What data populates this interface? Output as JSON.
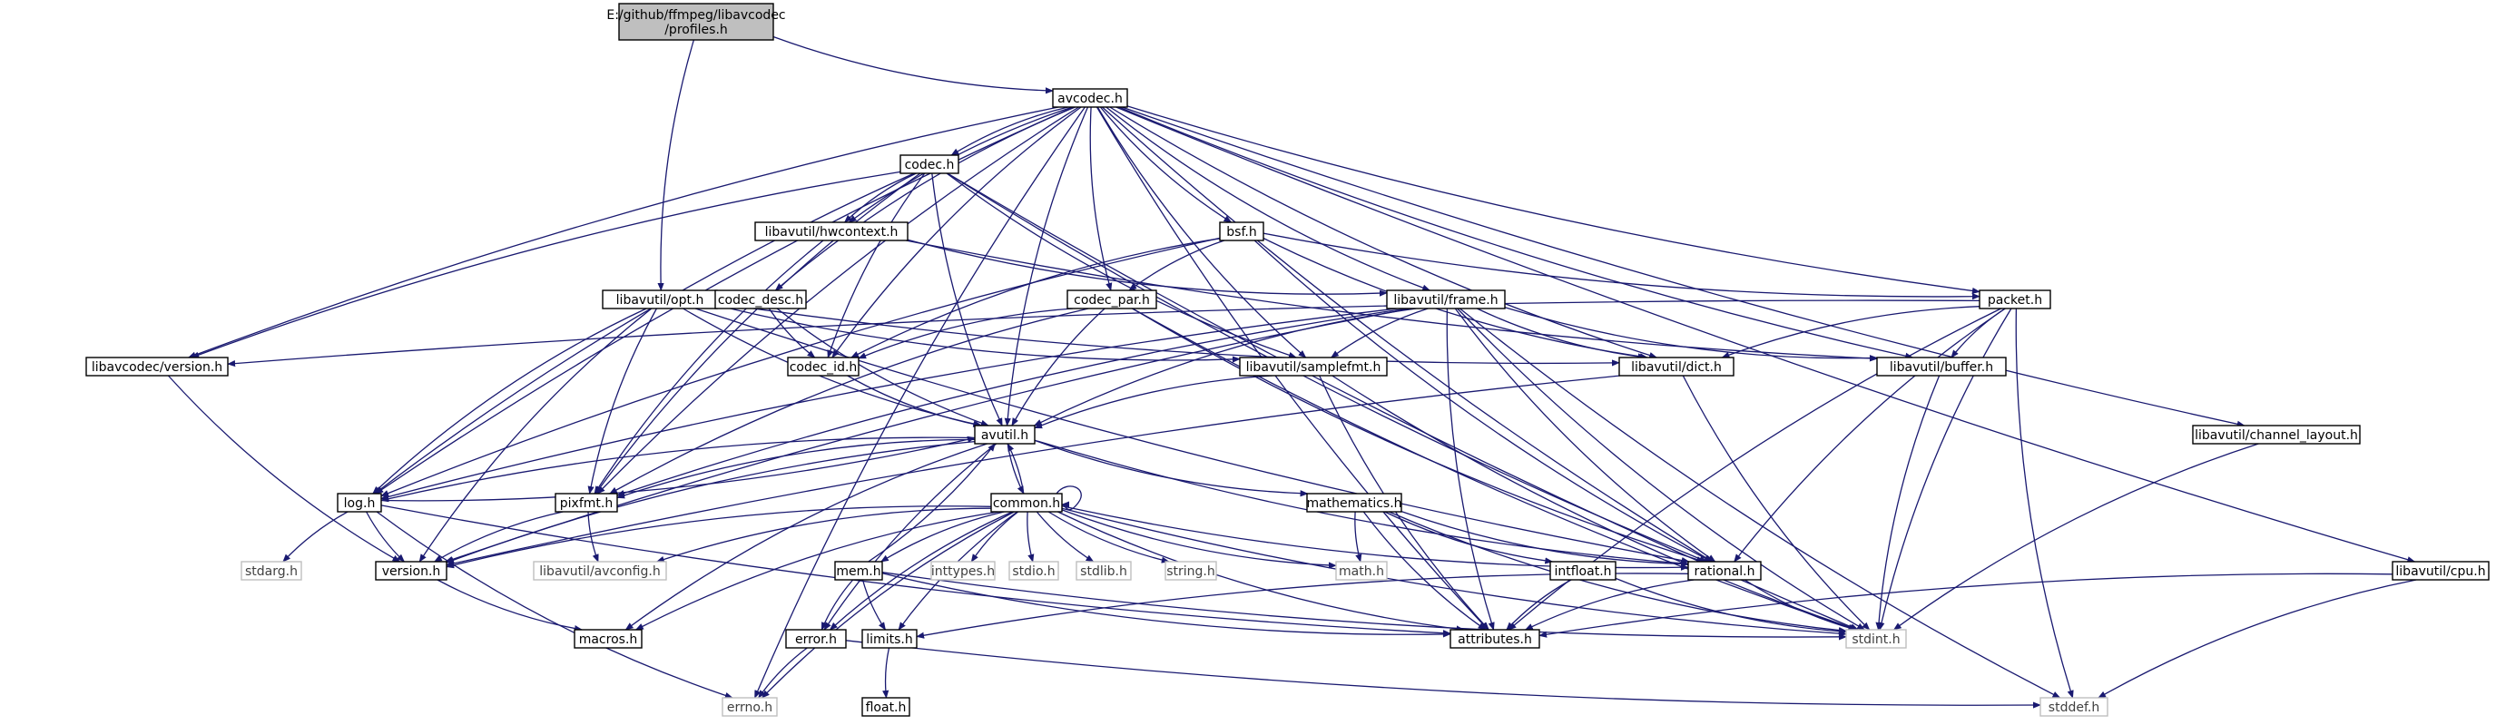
{
  "diagram": {
    "colors": {
      "edge": "#191970",
      "node_border": "#000000",
      "system_border": "#bfbfbf",
      "root_fill": "#bfbfbf",
      "background": "#ffffff"
    },
    "nodes": {
      "profiles": {
        "label_lines": [
          "E:/github/ffmpeg/libavcodec",
          "/profiles.h"
        ],
        "kind": "root"
      },
      "avcodec": {
        "label": "avcodec.h"
      },
      "codec": {
        "label": "codec.h"
      },
      "hwcontext": {
        "label": "libavutil/hwcontext.h"
      },
      "bsf": {
        "label": "bsf.h"
      },
      "opt": {
        "label": "libavutil/opt.h"
      },
      "codec_desc": {
        "label": "codec_desc.h"
      },
      "codec_par": {
        "label": "codec_par.h"
      },
      "frame": {
        "label": "libavutil/frame.h"
      },
      "packet": {
        "label": "packet.h"
      },
      "lvc_version": {
        "label": "libavcodec/version.h"
      },
      "codec_id": {
        "label": "codec_id.h"
      },
      "samplefmt": {
        "label": "libavutil/samplefmt.h"
      },
      "dict": {
        "label": "libavutil/dict.h"
      },
      "buffer": {
        "label": "libavutil/buffer.h"
      },
      "channel_layout": {
        "label": "libavutil/channel_layout.h"
      },
      "avutil": {
        "label": "avutil.h"
      },
      "log": {
        "label": "log.h"
      },
      "pixfmt": {
        "label": "pixfmt.h"
      },
      "common": {
        "label": "common.h"
      },
      "mathematics": {
        "label": "mathematics.h"
      },
      "stdarg": {
        "label": "stdarg.h",
        "kind": "system"
      },
      "version": {
        "label": "version.h"
      },
      "avconfig": {
        "label": "libavutil/avconfig.h",
        "kind": "system"
      },
      "inttypes": {
        "label": "inttypes.h",
        "kind": "system"
      },
      "stdio": {
        "label": "stdio.h",
        "kind": "system"
      },
      "stdlib": {
        "label": "stdlib.h",
        "kind": "system"
      },
      "string": {
        "label": "string.h",
        "kind": "system"
      },
      "math": {
        "label": "math.h",
        "kind": "system"
      },
      "intfloat": {
        "label": "intfloat.h"
      },
      "rational": {
        "label": "rational.h"
      },
      "cpu": {
        "label": "libavutil/cpu.h"
      },
      "mem": {
        "label": "mem.h"
      },
      "macros": {
        "label": "macros.h"
      },
      "error": {
        "label": "error.h"
      },
      "limits": {
        "label": "limits.h"
      },
      "attributes": {
        "label": "attributes.h"
      },
      "stdint": {
        "label": "stdint.h",
        "kind": "system"
      },
      "errno": {
        "label": "errno.h",
        "kind": "system"
      },
      "float": {
        "label": "float.h"
      },
      "stddef": {
        "label": "stddef.h",
        "kind": "system"
      }
    }
  }
}
